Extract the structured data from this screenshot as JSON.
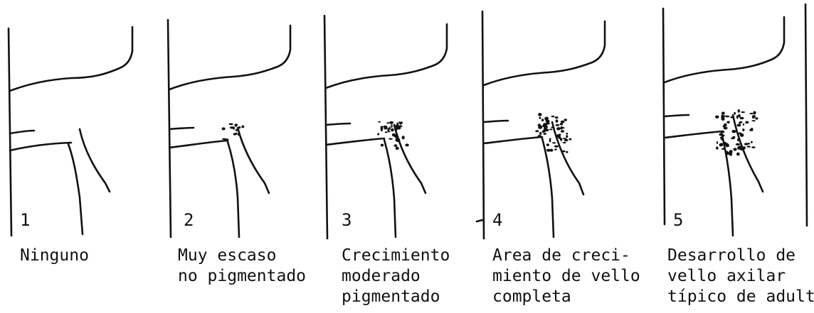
{
  "stages": [
    {
      "number": "1",
      "caption": [
        "Ninguno"
      ]
    },
    {
      "number": "2",
      "caption": [
        "Muy escaso",
        "no pigmentado"
      ]
    },
    {
      "number": "3",
      "caption": [
        "Crecimiento",
        "moderado",
        "pigmentado"
      ]
    },
    {
      "number": "4",
      "caption": [
        "Area de creci-",
        "miento de vello",
        "completa"
      ]
    },
    {
      "number": "5",
      "caption": [
        "Desarrollo de",
        "vello axilar",
        "típico de adulto"
      ]
    }
  ],
  "hair_density": [
    0,
    0.2,
    0.5,
    0.8,
    1.0
  ],
  "colors": {
    "ink": "#111111",
    "background": "#ffffff"
  }
}
